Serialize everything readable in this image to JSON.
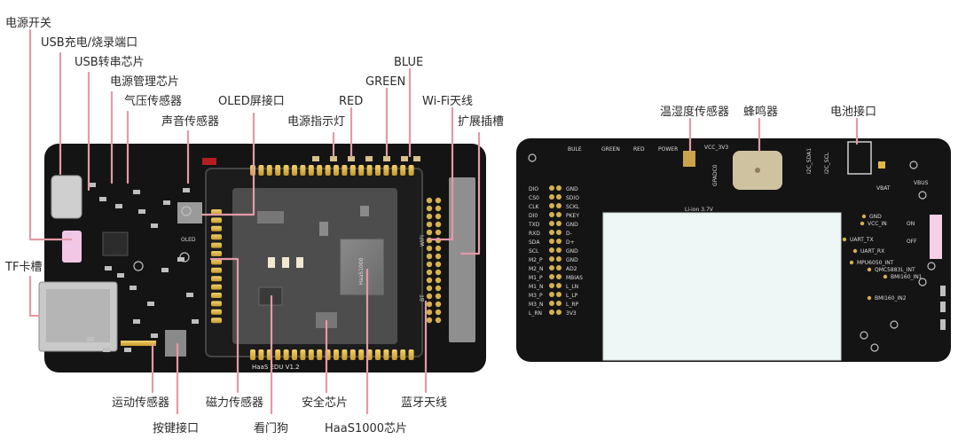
{
  "front": {
    "labels": {
      "power_switch": "电源开关",
      "usb_charge_port": "USB充电/烧录端口",
      "usb_serial_chip": "USB转串芯片",
      "pmic": "电源管理芯片",
      "pressure_sensor": "气压传感器",
      "sound_sensor": "声音传感器",
      "oled_port": "OLED屏接口",
      "power_led": "电源指示灯",
      "red": "RED",
      "green": "GREEN",
      "blue": "BLUE",
      "wifi_antenna": "Wi-Fi天线",
      "expansion_slot": "扩展插槽",
      "tf_slot": "TF卡槽",
      "motion_sensor": "运动传感器",
      "key_port": "按键接口",
      "magnetic_sensor": "磁力传感器",
      "watchdog": "看门狗",
      "security_chip": "安全芯片",
      "haas1000_chip": "HaaS1000芯片",
      "bt_antenna": "蓝牙天线"
    },
    "silk": {
      "board_name": "HaaS EDU V1.2",
      "chip_marking": "HaaS1000",
      "wifi": "WIFI",
      "bt": "BT",
      "oled": "OLED"
    }
  },
  "back": {
    "labels": {
      "temp_humidity_sensor": "温湿度传感器",
      "buzzer": "蜂鸣器",
      "battery_port": "电池接口"
    },
    "silk": {
      "top_row": [
        "BULE",
        "GREEN",
        "RED",
        "POWER"
      ],
      "vcc": "VCC_3V3",
      "gpadc": "GPADC0",
      "i2c_sda": "I2C_SDA1",
      "i2c_scl": "I2C_SCL",
      "vbus": "VBUS",
      "vbat": "VBAT",
      "battery": "Li-ion 3.7V",
      "pins_left": [
        "DIO",
        "CS0",
        "CLK",
        "DI0",
        "TXD",
        "RXD",
        "SDA",
        "SCL",
        "M2_P",
        "M2_N",
        "M1_P",
        "M1_N",
        "M3_P",
        "M3_N",
        "L_RN"
      ],
      "pins_right": [
        "GND",
        "SDIO",
        "SCKL",
        "PKEY",
        "GND",
        "D-",
        "D+",
        "GND",
        "GND",
        "AD2",
        "MBIAS",
        "L_LN",
        "L_LP",
        "L_RP",
        "3V3"
      ],
      "right_labels": [
        "GND",
        "VCC_IN",
        "UART_TX",
        "UART_RX",
        "MPU6050_INT",
        "QMC5883L_INT",
        "BMI160_IN1",
        "BMI160_IN2"
      ],
      "switch_on": "ON",
      "switch_off": "OFF"
    }
  }
}
